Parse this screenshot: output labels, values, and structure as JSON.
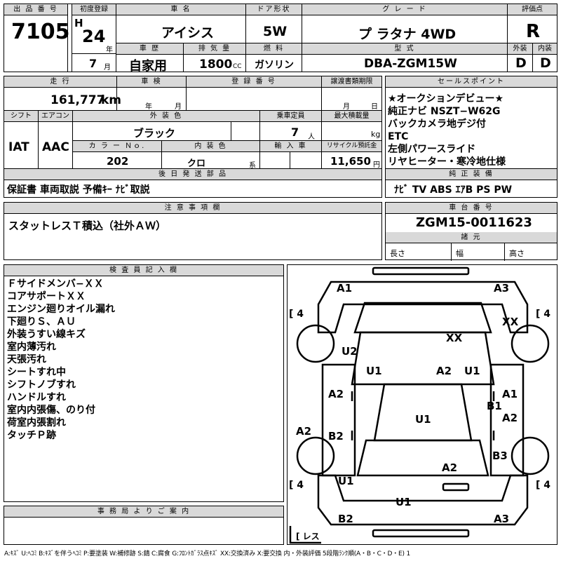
{
  "header": {
    "lot_no_label": "出 品 番 号",
    "lot_no": "7105",
    "first_reg_label": "初度登録",
    "era": "H",
    "reg_year": "24",
    "year_unit": "年",
    "reg_month": "7",
    "month_unit": "月",
    "car_name_label": "車 名",
    "car_name": "アイシス",
    "door_label": "ドア形状",
    "door": "5W",
    "grade_label": "グ レ ー ド",
    "grade": "プ ラタナ 4WD",
    "score_label": "評価点",
    "score": "R",
    "history_label": "車 歴",
    "history": "自家用",
    "displacement_label": "排 気 量",
    "displacement": "1800",
    "cc_unit": "CC",
    "fuel_label": "燃 料",
    "fuel": "ガソリン",
    "model_label": "型 式",
    "model": "DBA-ZGM15W",
    "exterior_label": "外装",
    "exterior_score": "D",
    "interior_label": "内装",
    "interior_score": "D"
  },
  "row2": {
    "mileage_label": "走 行",
    "mileage": "161,777",
    "km_unit": "km",
    "inspection_label": "車 検",
    "insp_year_unit": "年",
    "insp_month_unit": "月",
    "plate_label": "登 録 番 号",
    "transfer_label": "譲渡書類期限",
    "tr_month_unit": "月",
    "tr_day_unit": "日",
    "shift_label": "シフト",
    "shift": "IAT",
    "ac_label": "エアコン",
    "ac": "AAC",
    "color_label": "外 装 色",
    "color": "ブラック",
    "capacity_label": "乗車定員",
    "capacity": "7",
    "person_unit": "人",
    "maxload_label": "最大積載量",
    "kg_unit": "kg",
    "color_no_label": "カ ラ ー Ｎｏ.",
    "color_no": "202",
    "int_color_label": "内 装 色",
    "int_color": "クロ",
    "int_unit": "系",
    "import_label": "輸 入 車",
    "recycle_label": "リサイクル預託金",
    "recycle": "11,650",
    "yen_unit": "円"
  },
  "sales": {
    "label": "セールスポイント",
    "lines": [
      "★オークションデビュー★",
      "純正ナビ NSZT−W62G",
      "バックカメラ地デジ付",
      "ETC",
      "左側パワースライド",
      "リヤヒーター・寒冷地仕様"
    ]
  },
  "later": {
    "label": "後 日 発 送 部 品",
    "content": "保証書 車両取説 予備ｷｰ ﾅﾋﾞ取説"
  },
  "equip": {
    "label": "純 正 装 備",
    "content": "ﾅﾋﾞ TV ABS ｴｱB PS PW"
  },
  "caution": {
    "label": "注 意 事 項 欄",
    "content": "スタットレスＴ積込（社外ＡＷ）"
  },
  "chassis": {
    "label": "車 台 番 号",
    "number": "ZGM15-0011623",
    "spec_label": "諸 元",
    "length_label": "長さ",
    "width_label": "幅",
    "height_label": "高さ"
  },
  "inspector": {
    "label": "検 査 員 記 入 欄",
    "lines": [
      "Ｆサイドメンバ−ＸＸ",
      "コアサポートＸＸ",
      "エンジン廻りオイル漏れ",
      "下廻りＳ、ＡＵ",
      "外装うすい線キズ",
      "室内薄汚れ",
      "天張汚れ",
      "シートすれ中",
      "シフトノブすれ",
      "ハンドルすれ",
      "室内内張傷、のり付",
      "荷室内張割れ",
      "タッチＰ跡"
    ]
  },
  "office": {
    "label": "事 務 局 よ り ご 案 内"
  },
  "diagram": {
    "tire_fl": "[ 4",
    "tire_fr": "[ 4",
    "tire_rl": "[ 4",
    "tire_rr": "[ 4",
    "spare": "[ レス",
    "marks": [
      "A1",
      "A3",
      "XX",
      "XX",
      "U2",
      "U1",
      "A2",
      "U1",
      "A2",
      "A1",
      "B1",
      "A2",
      "U1",
      "A2",
      "B2",
      "B3",
      "A2",
      "U1",
      "U1",
      "B2",
      "A3"
    ]
  },
  "legend": "A:ｷｽﾞ U:ﾍｺﾐ B:ｷｽﾞを伴うﾍｺﾐ P:要塗装 W:補修跡 S:錆 C:腐食 G:ﾌﾛﾝﾄｶﾞﾗｽ点ｷｽﾞ XX:交換済み X:要交換 内・外装評価 5段階ﾗﾝｸ順(A・B・C・D・E) 1"
}
